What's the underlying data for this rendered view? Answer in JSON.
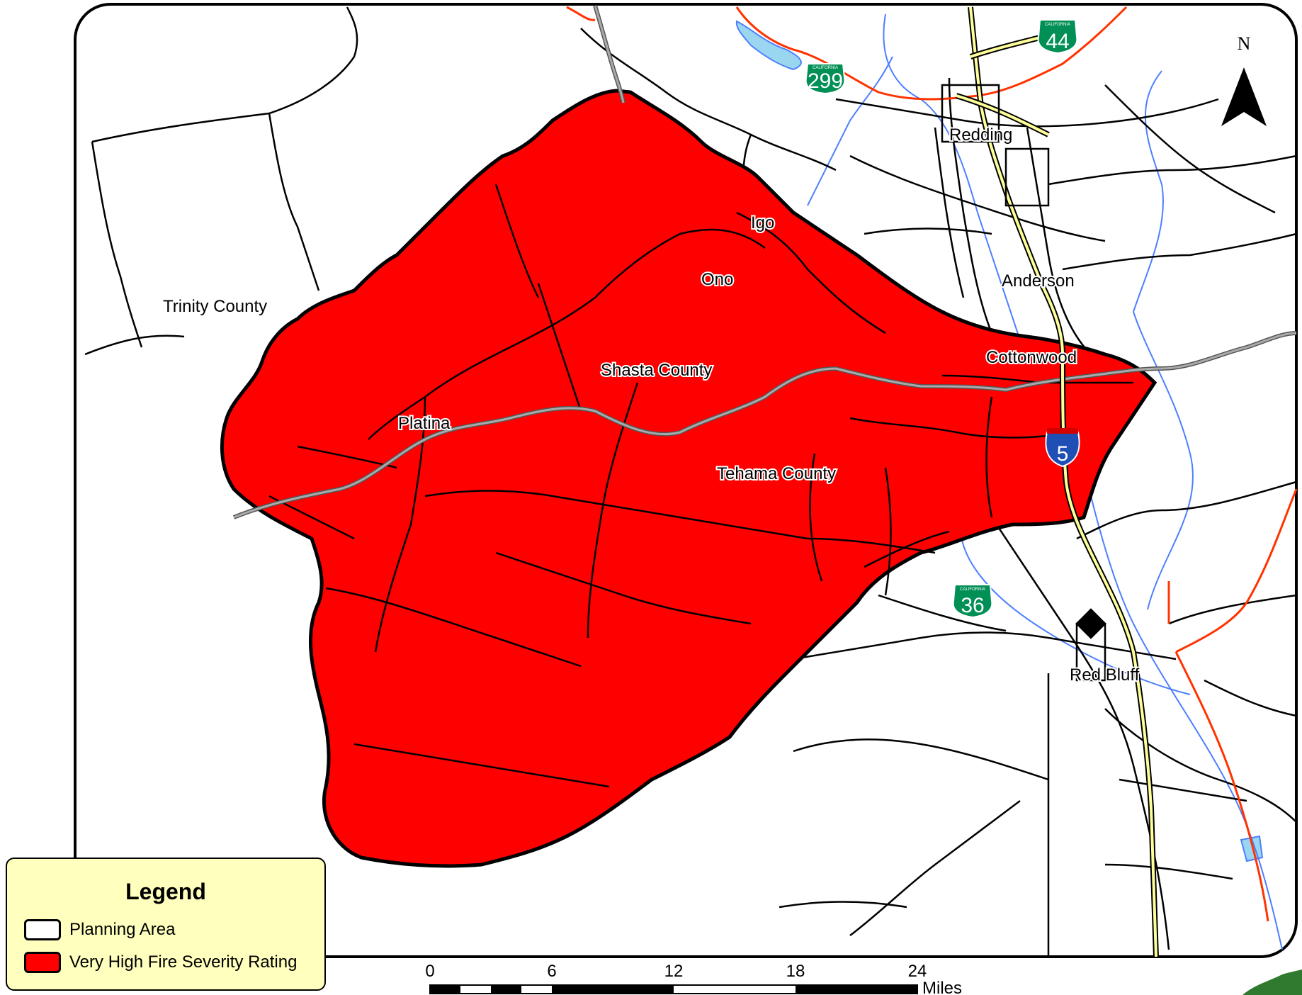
{
  "map": {
    "places": {
      "trinity": "Trinity County",
      "shasta": "Shasta County",
      "tehama": "Tehama County",
      "platina": "Platina",
      "igo": "Igo",
      "ono": "Ono",
      "redding": "Redding",
      "anderson": "Anderson",
      "cottonwood": "Cottonwood",
      "red_bluff": "Red Bluff"
    },
    "shields": {
      "sr299": "299",
      "sr44": "44",
      "sr36": "36",
      "i5": "5",
      "state_caption": "CALIFORNIA"
    },
    "north_arrow": "N",
    "colors": {
      "fire_severity": "#ff0000",
      "county_line": "#999999",
      "water": "#4d7fff",
      "highway": "#ffff99",
      "state_route": "#ff3300",
      "shield_green": "#008f55",
      "interstate_blue": "#1f4fb5"
    }
  },
  "scale_bar": {
    "ticks": [
      "0",
      "6",
      "12",
      "18",
      "24"
    ],
    "unit": "Miles"
  },
  "legend": {
    "title": "Legend",
    "items": [
      {
        "label": "Planning Area",
        "color": "#ffffff"
      },
      {
        "label": "Very High Fire Severity Rating",
        "color": "#ff0000"
      }
    ]
  }
}
